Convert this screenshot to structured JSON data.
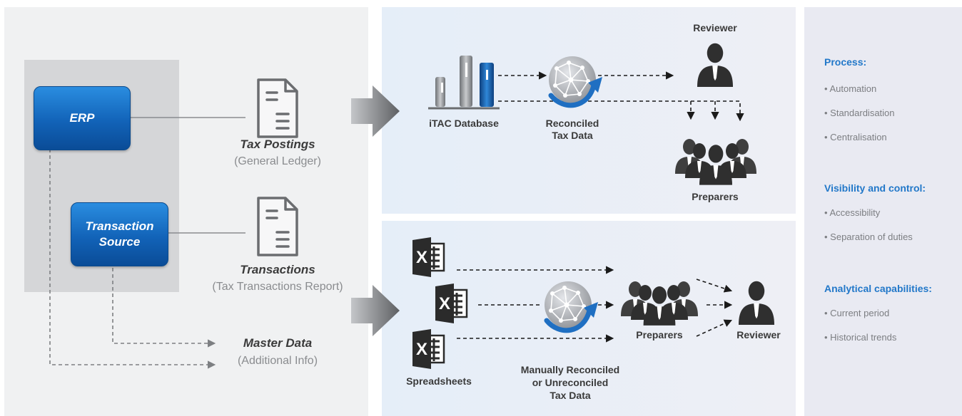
{
  "sources": {
    "erp": "ERP",
    "transaction_source": "Transaction Source"
  },
  "documents": [
    {
      "title": "Tax Postings",
      "subtitle": "(General Ledger)"
    },
    {
      "title": "Transactions",
      "subtitle": "(Tax Transactions Report)"
    },
    {
      "title": "Master Data",
      "subtitle": "(Additional Info)"
    }
  ],
  "top_flow": {
    "database": "iTAC Database",
    "reconciled": [
      "Reconciled",
      "Tax Data"
    ],
    "reviewer": "Reviewer",
    "preparers": "Preparers"
  },
  "bottom_flow": {
    "spreadsheets": "Spreadsheets",
    "reconciled": [
      "Manually Reconciled",
      "or Unreconciled",
      "Tax Data"
    ],
    "preparers": "Preparers",
    "reviewer": "Reviewer",
    "excel_glyph": "X"
  },
  "benefits": [
    {
      "heading": "Process:",
      "items": [
        "• Automation",
        "• Standardisation",
        "• Centralisation"
      ]
    },
    {
      "heading": "Visibility and control:",
      "items": [
        "• Accessibility",
        "• Separation of duties"
      ]
    },
    {
      "heading": "Analytical capabilities:",
      "items": [
        "• Current period",
        "• Historical trends"
      ]
    }
  ],
  "colors": {
    "accent_blue": "#2278c9",
    "button_blue": "#1263b8",
    "person_dark": "#2f2f2f",
    "excel_dark": "#2b2b2b"
  }
}
